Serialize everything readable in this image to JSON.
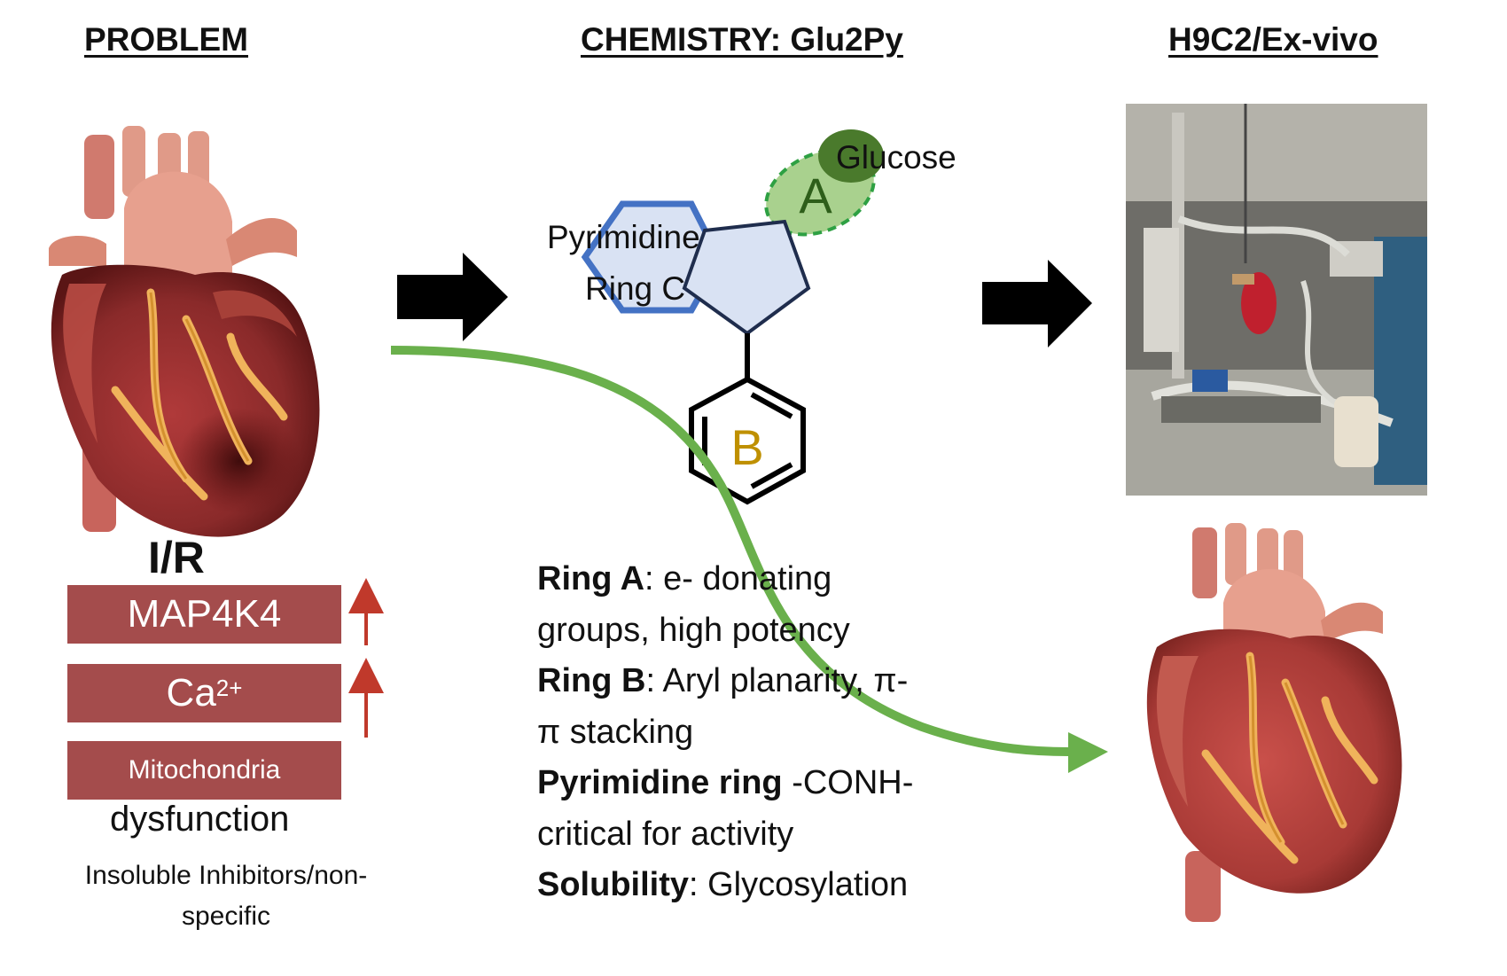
{
  "headings": {
    "problem": "PROBLEM",
    "chemistry": "CHEMISTRY: Glu2Py",
    "exvivo": "H9C2/Ex-vivo"
  },
  "problem": {
    "ir_label": "I/R",
    "bars": {
      "map4k4": "MAP4K4",
      "ca_base": "Ca",
      "ca_sup": "2+",
      "mitochondria": "Mitochondria"
    },
    "dysfunction": "dysfunction",
    "note_line1": "Insoluble Inhibitors/non-",
    "note_line2": "specific"
  },
  "molecule": {
    "ring_a": "A",
    "ring_b": "B",
    "glucose": "Glucose",
    "pyrimidine_line1": "Pyrimidine",
    "pyrimidine_line2": "Ring C"
  },
  "properties": [
    {
      "term": "Ring A",
      "sep": ": ",
      "text1": "e- donating",
      "text2": "groups, high potency"
    },
    {
      "term": "Ring B",
      "sep": ": ",
      "text1": "Aryl planarity, π-",
      "text2": "π stacking"
    },
    {
      "term": "Pyrimidine ring",
      "sep": " ",
      "text1": "-CONH-",
      "text2": "critical for activity"
    },
    {
      "term": "Solubility",
      "sep": ": ",
      "text1": "Glycosylation",
      "text2": ""
    }
  ],
  "colors": {
    "bar": "#a44c4c",
    "arrow_red": "#c0392b",
    "curve_green": "#6ab04c",
    "glucose_dark": "#4a7a2c",
    "ring_a_fill": "#a9d18e",
    "ring_c_blue": "#4472c4",
    "pentagon_fill": "#d9e2f3",
    "ring_b_label": "#bf9000"
  }
}
